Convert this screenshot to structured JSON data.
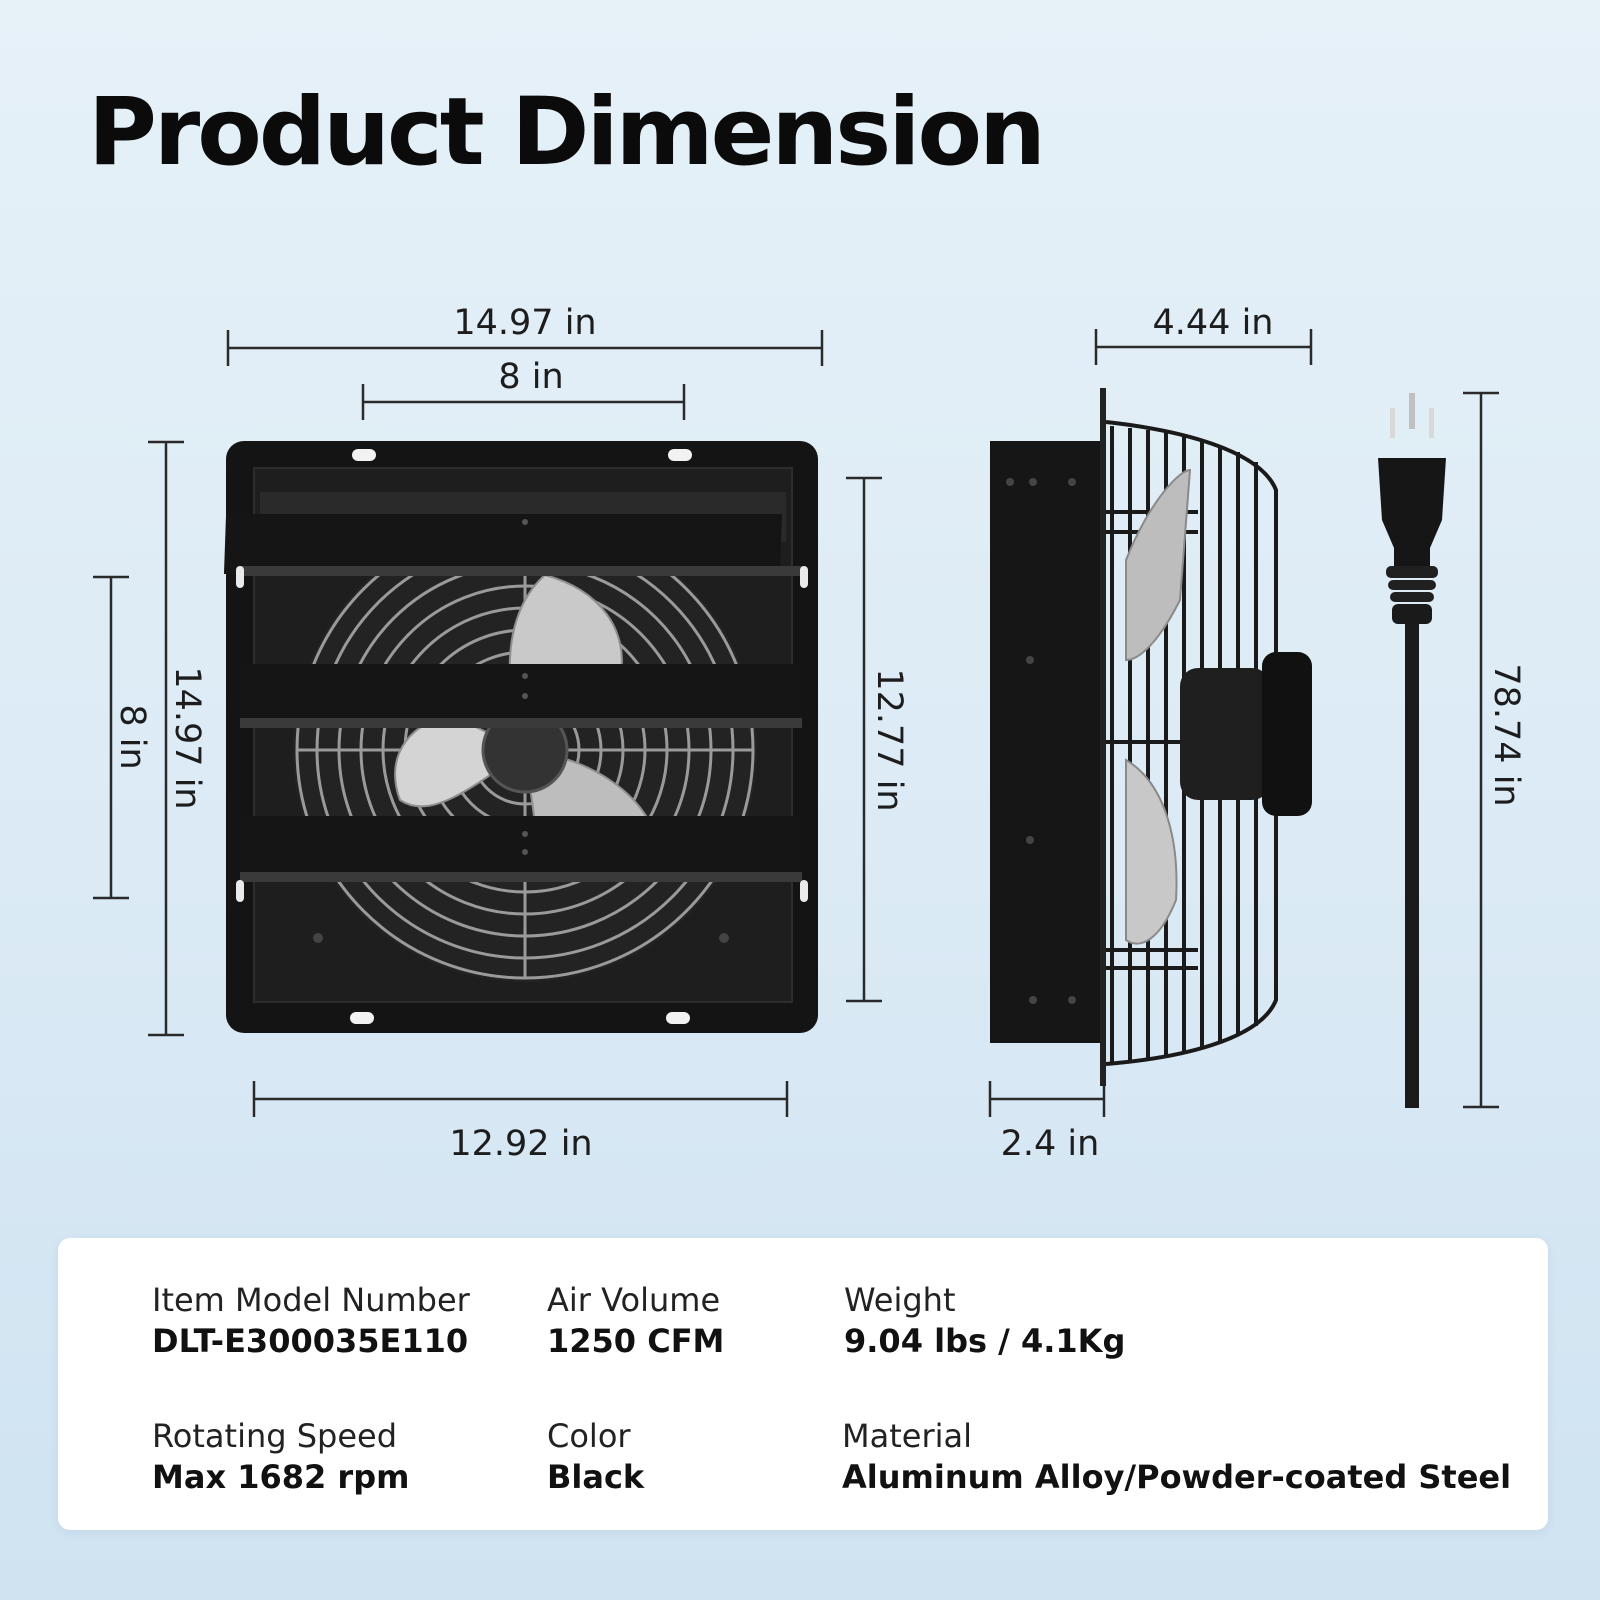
{
  "title": "Product Dimension",
  "dimensions": {
    "front_overall_width": "14.97 in",
    "front_inner_width": "8 in",
    "front_overall_height": "14.97 in",
    "front_inner_height": "8 in",
    "front_frame_height": "12.77 in",
    "front_bottom_width": "12.92 in",
    "side_depth": "4.44 in",
    "side_flange_depth": "2.4 in",
    "cord_length": "78.74 in"
  },
  "specs": [
    {
      "label": "Item Model Number",
      "value": "DLT-E300035E110"
    },
    {
      "label": "Air Volume",
      "value": "1250 CFM"
    },
    {
      "label": "Weight",
      "value": "9.04 lbs / 4.1Kg"
    },
    {
      "label": "Rotating Speed",
      "value": "Max 1682 rpm"
    },
    {
      "label": "Color",
      "value": "Black"
    },
    {
      "label": "Material",
      "value": "Aluminum Alloy/Powder-coated Steel"
    }
  ]
}
